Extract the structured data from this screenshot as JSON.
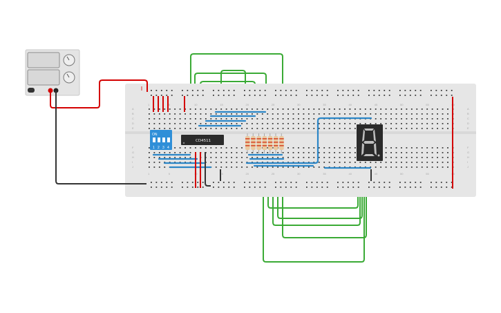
{
  "canvas": {
    "background": "#ffffff"
  },
  "power_supply": {
    "body_color": "#e4e4e4",
    "screen_color": "#d8d8d8",
    "terminal_pos_color": "#d40000",
    "terminal_neg_color": "#222222",
    "icons": [
      "display-icon",
      "knob-icon",
      "power-button-icon"
    ]
  },
  "breadboard": {
    "body_color": "#e6e6e6",
    "rail_pos_color": "#d40000",
    "rail_neg_color": "#333333",
    "hole_color": "#3a3a3a",
    "column_numbers": [
      "1",
      "5",
      "10",
      "15",
      "20",
      "25",
      "30",
      "35",
      "40",
      "45",
      "50",
      "55",
      "60"
    ],
    "row_letters_top": [
      "A",
      "B",
      "C",
      "D",
      "E"
    ],
    "row_letters_bottom": [
      "F",
      "G",
      "H",
      "I",
      "J"
    ]
  },
  "dip_switch": {
    "label": "ON",
    "positions": [
      "1",
      "2",
      "3",
      "4"
    ],
    "color": "#2f8fd8"
  },
  "ic_chip": {
    "label": "CD4511",
    "color": "#2b2b2b"
  },
  "resistors": {
    "count": 7,
    "body_color": "#e9c9a0",
    "band_color": "#d64a2a"
  },
  "seven_segment": {
    "display": "8",
    "body_color": "#2a2a2a",
    "segment_color": "#bfbfbf"
  },
  "wires": {
    "green": "#3aaa35",
    "blue": "#2b86c7",
    "red": "#d40000",
    "black": "#333333"
  }
}
